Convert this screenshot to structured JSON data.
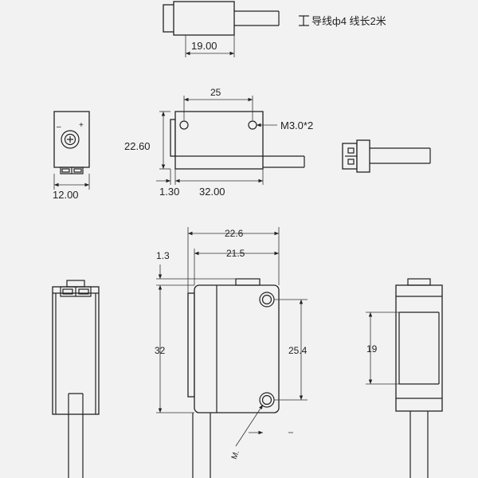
{
  "diagram": {
    "top_view": {
      "width_dim": "19.00",
      "cable_note": "导线ф4  线长2米"
    },
    "small_front": {
      "width_dim": "12.00",
      "minus_sign": "–",
      "plus_sign": "+"
    },
    "side_view": {
      "hole_spacing_dim": "25",
      "hole_callout": "M3.0*2",
      "height_dim": "22.60",
      "offset_dim": "1.30",
      "length_dim": "32.00"
    },
    "large_side_view": {
      "overall_width_dim": "22.6",
      "inner_width_dim": "21.5",
      "lip_dim": "1.3",
      "height_dim": "32",
      "hole_spacing_dim": "25.4",
      "hole_label": "M."
    },
    "large_back_view": {
      "window_height_dim": "19"
    }
  }
}
